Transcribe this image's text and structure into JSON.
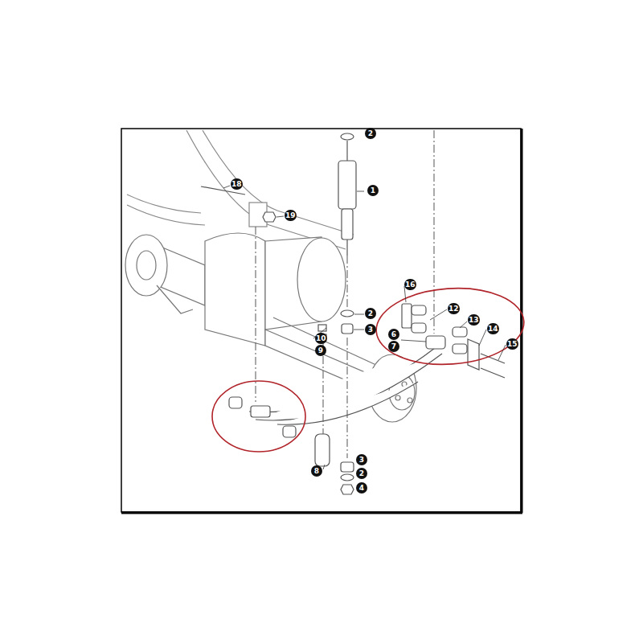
{
  "diagram": {
    "labels": [
      "2",
      "1",
      "18",
      "19",
      "16",
      "12",
      "13",
      "2",
      "3",
      "10",
      "9",
      "6",
      "7",
      "14",
      "15",
      "3",
      "8",
      "2",
      "4"
    ]
  }
}
